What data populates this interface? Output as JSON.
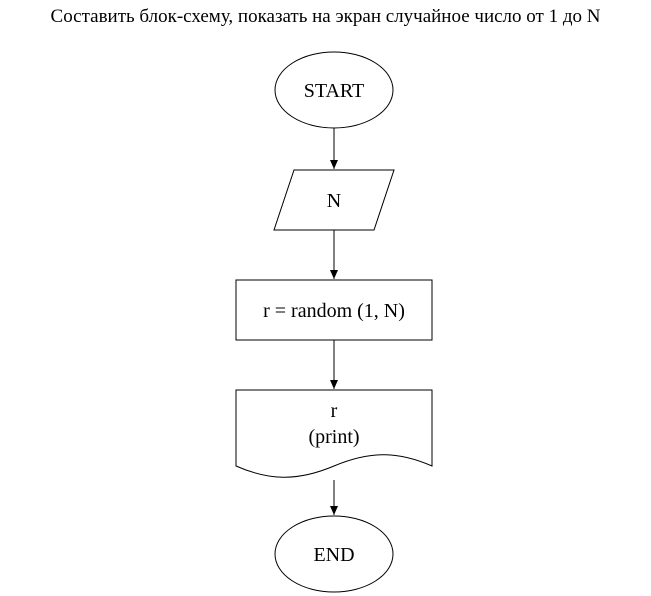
{
  "title": "Составить блок-схему, показать на экран случайное число от 1 до N",
  "flowchart": {
    "start": "START",
    "input": "N",
    "process": "r = random (1, N)",
    "output_line1": "r",
    "output_line2": "(print)",
    "end": "END"
  },
  "colors": {
    "stroke": "#000000",
    "fill": "#ffffff",
    "text": "#000000"
  }
}
